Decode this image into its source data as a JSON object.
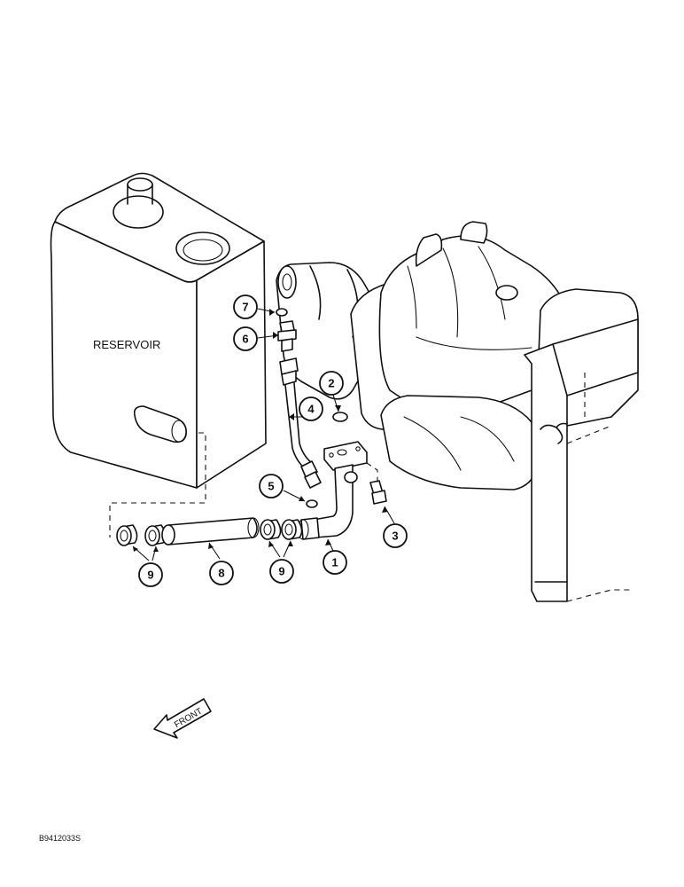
{
  "labels": {
    "reservoir": "RESERVOIR",
    "front": "FRONT",
    "figure_code": "B9412033S"
  },
  "callouts": [
    "1",
    "2",
    "3",
    "4",
    "5",
    "6",
    "7",
    "8",
    "9",
    "9"
  ]
}
